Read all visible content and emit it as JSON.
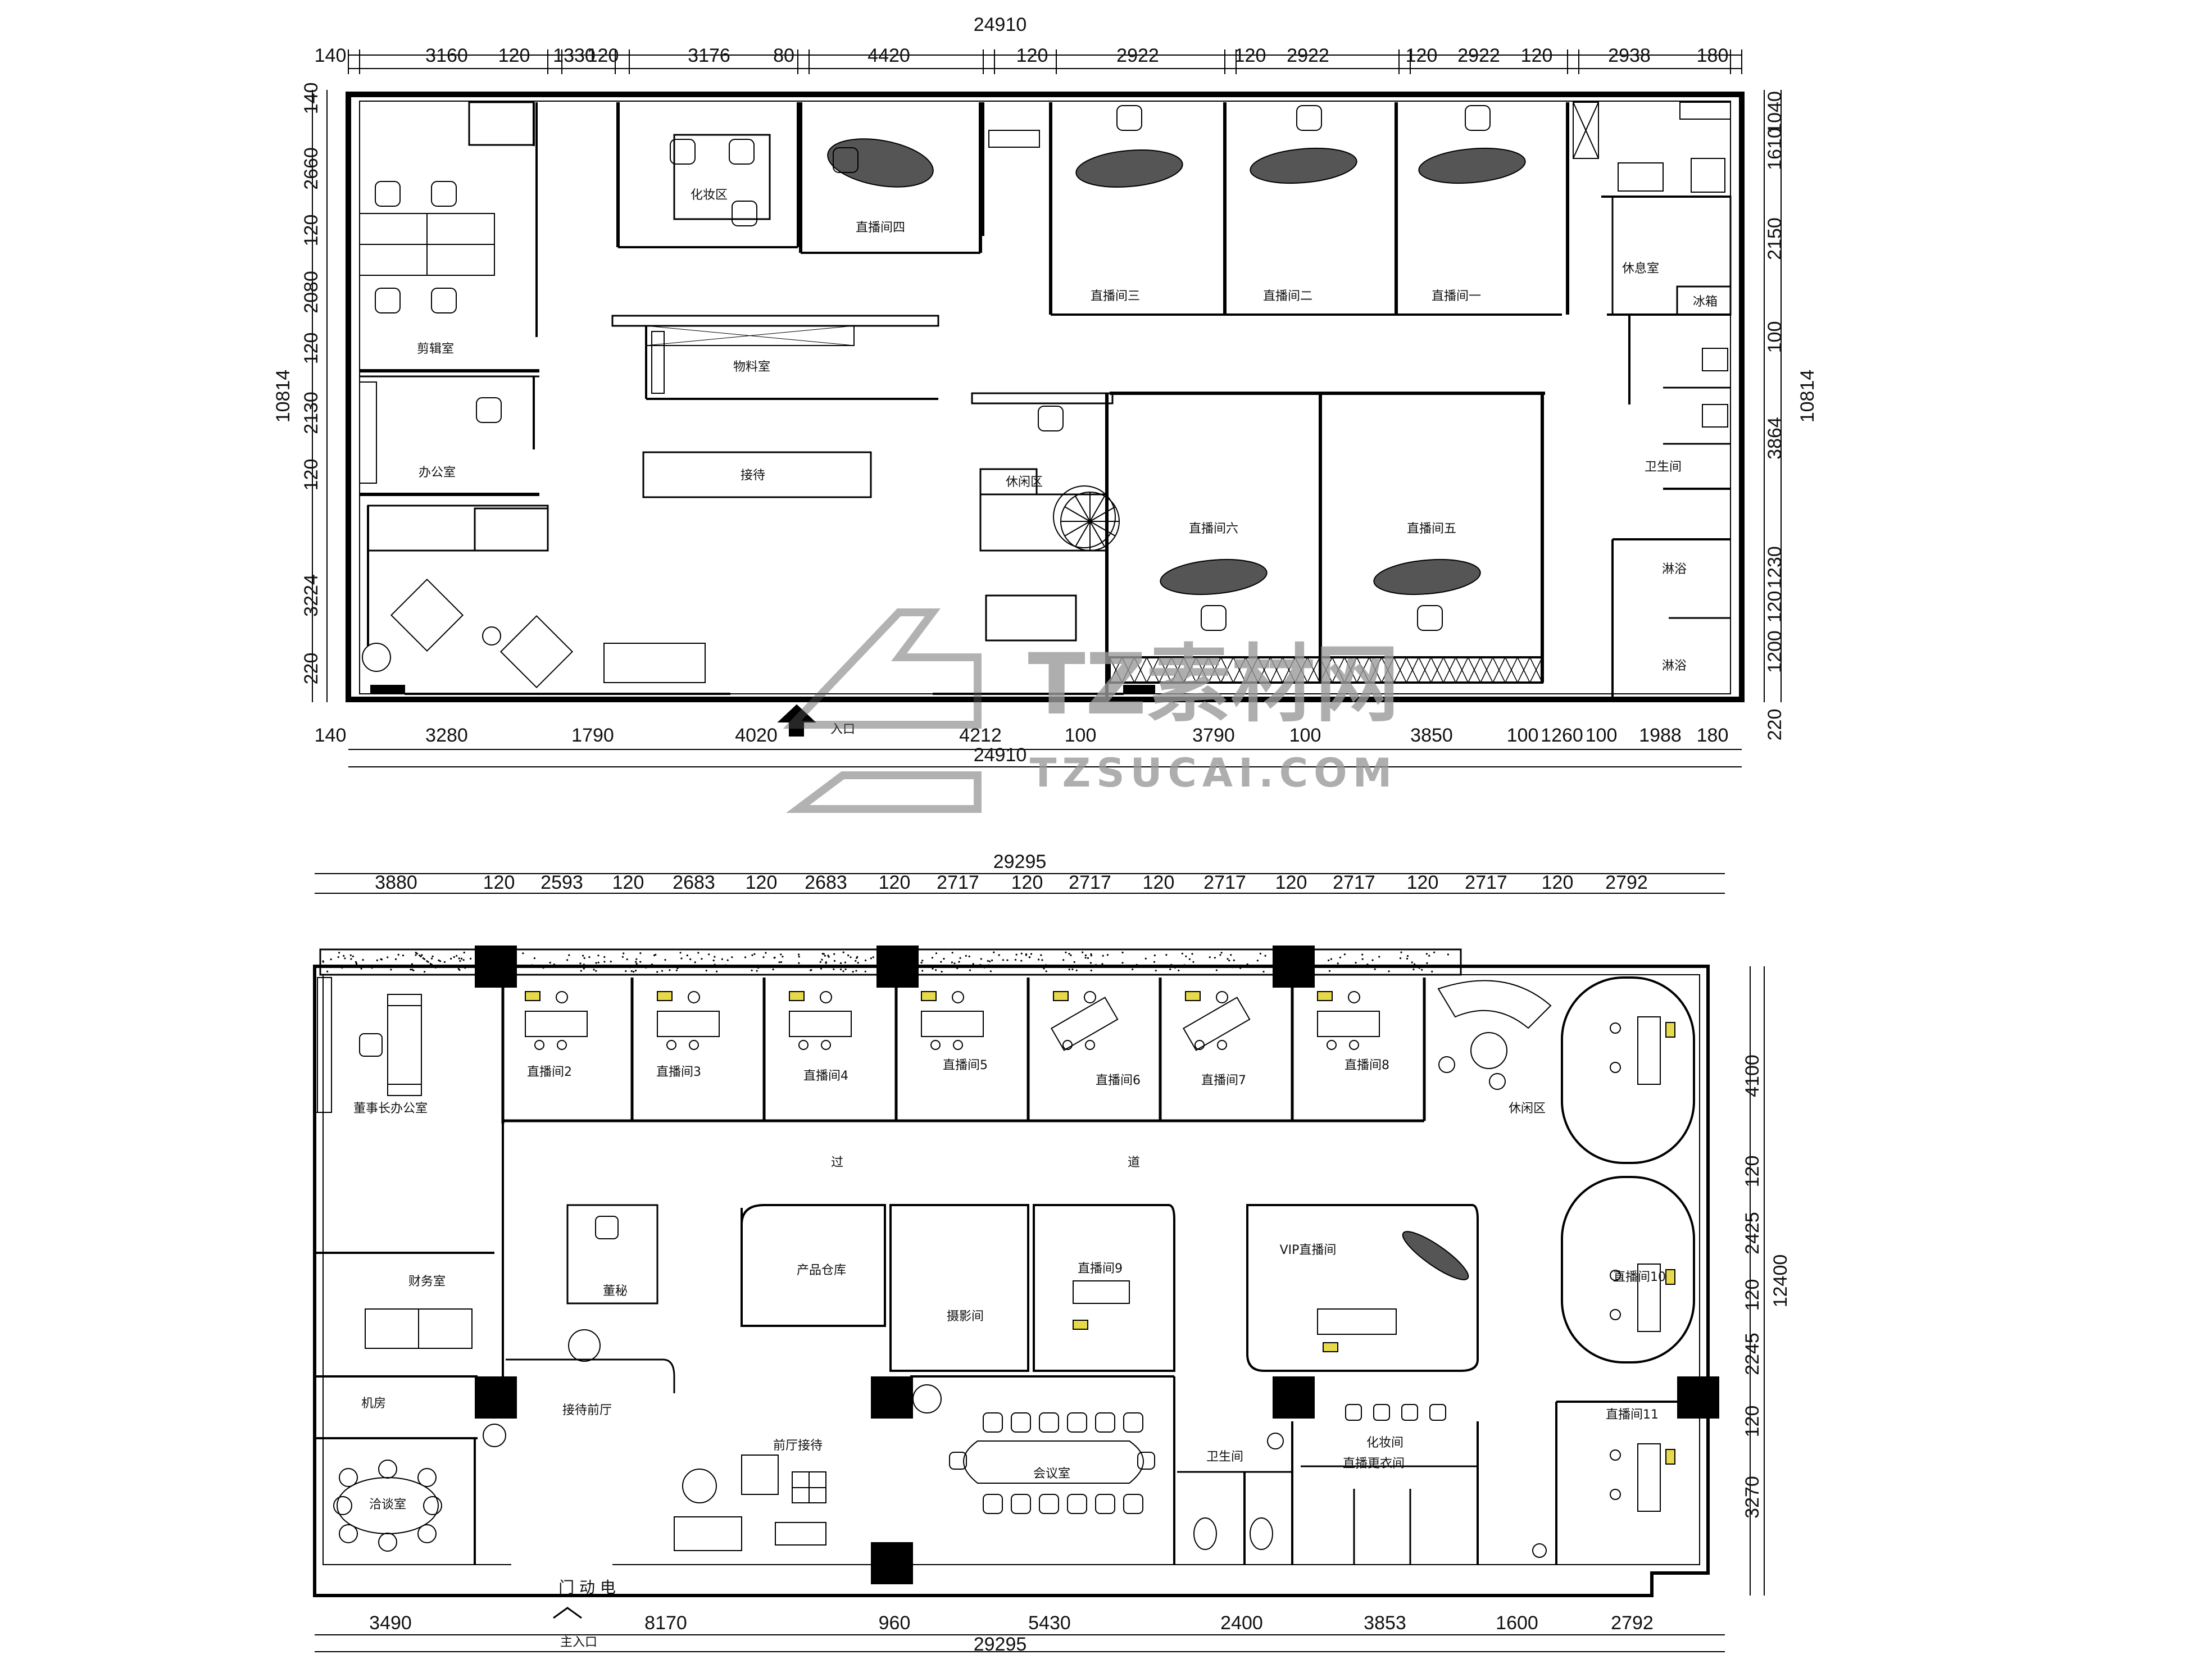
{
  "plan1": {
    "dims_top_total": "24910",
    "dims_top": [
      "140",
      "3160",
      "120",
      "1330",
      "120",
      "3176",
      "80",
      "4420",
      "120",
      "2922",
      "120",
      "2922",
      "120",
      "2922",
      "120",
      "2938",
      "180"
    ],
    "dims_bottom": [
      "140",
      "3280",
      "1790",
      "4020",
      "4212",
      "100",
      "3790",
      "100",
      "3850",
      "100",
      "1260",
      "100",
      "1988",
      "180"
    ],
    "dims_bottom_total": "24910",
    "dims_left_total": "10814",
    "dims_left": [
      "140",
      "2660",
      "120",
      "2080",
      "120",
      "2130",
      "120",
      "3224",
      "220"
    ],
    "dims_right_total": "10814",
    "dims_right": [
      "1040",
      "1610",
      "2150",
      "100",
      "3864",
      "1230",
      "120",
      "1200",
      "220"
    ],
    "rooms": {
      "makeup": "化妆区",
      "live4": "直播间四",
      "live3": "直播间三",
      "live2": "直播间二",
      "live1": "直播间一",
      "rest_room": "休息室",
      "fridge": "冰箱",
      "edit_room": "剪辑室",
      "materials": "物料室",
      "office": "办公室",
      "reception": "接待",
      "lounge": "休闲区",
      "live6": "直播间六",
      "live5": "直播间五",
      "toilet": "卫生间",
      "shower_a": "淋浴",
      "shower_b": "淋浴",
      "entrance": "入口"
    }
  },
  "plan2": {
    "dims_top_total": "29295",
    "dims_top": [
      "3880",
      "120",
      "2593",
      "120",
      "2683",
      "120",
      "2683",
      "120",
      "2717",
      "120",
      "2717",
      "120",
      "2717",
      "120",
      "2717",
      "120",
      "2717",
      "120",
      "2792"
    ],
    "dims_bottom": [
      "3490",
      "8170",
      "960",
      "5430",
      "2400",
      "3853",
      "1600",
      "2792"
    ],
    "dims_bottom_total": "29295",
    "dims_right": [
      "4100",
      "120",
      "2425",
      "120",
      "2245",
      "120",
      "3270"
    ],
    "dims_right_total": "12400",
    "rooms": {
      "chairman": "董事长办公室",
      "live_2": "直播间2",
      "live_3": "直播间3",
      "live_4": "直播间4",
      "live_5": "直播间5",
      "live_6": "直播间6",
      "live_7": "直播间7",
      "live_8": "直播间8",
      "lounge": "休闲区",
      "corridor_a": "过",
      "corridor_b": "道",
      "finance": "财务室",
      "secretary": "董秘",
      "warehouse": "产品仓库",
      "photo": "摄影间",
      "live_9": "直播间9",
      "vip": "VIP直播间",
      "live_10": "直播间10",
      "server": "机房",
      "front_reception": "接待前厅",
      "front_desk": "前厅接待",
      "meeting": "会议室",
      "toilet": "卫生间",
      "makeup": "化妆间",
      "dressing": "直播更衣间",
      "live_11": "直播间11",
      "negotiation": "洽谈室",
      "auto_door": "门 动 电",
      "main_entrance": "主入口"
    }
  },
  "watermark": {
    "main": "TZ素材网",
    "sub": "TZSUCAI.COM"
  }
}
